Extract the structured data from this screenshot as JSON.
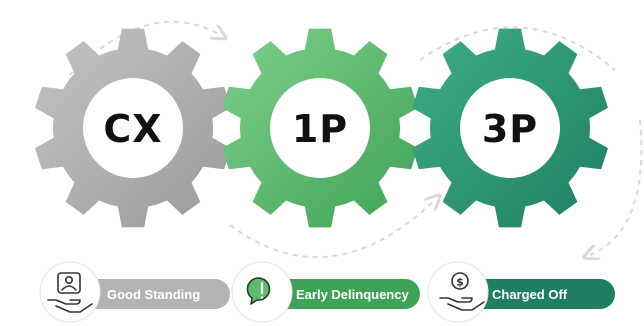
{
  "gears": [
    {
      "label": "CX",
      "color": "#b3b3b3",
      "color_dark": "#9d9d9d"
    },
    {
      "label": "1P",
      "color": "#5cbd6c",
      "color_dark": "#3ea356"
    },
    {
      "label": "3P",
      "color": "#2e9a76",
      "color_dark": "#1f7f63"
    }
  ],
  "stages": [
    {
      "label": "Good Standing",
      "icon": "hand-holding-person-icon",
      "color": "#b3b3b3"
    },
    {
      "label": "Early Delinquency",
      "icon": "exclamation-bubble-icon",
      "color": "#3ea356"
    },
    {
      "label": "Charged Off",
      "icon": "hand-holding-dollar-icon",
      "color": "#1f7f63"
    }
  ],
  "colors": {
    "arc": "#d9d9d9",
    "icon_stroke": "#333333",
    "gear_center": "#ffffff"
  }
}
